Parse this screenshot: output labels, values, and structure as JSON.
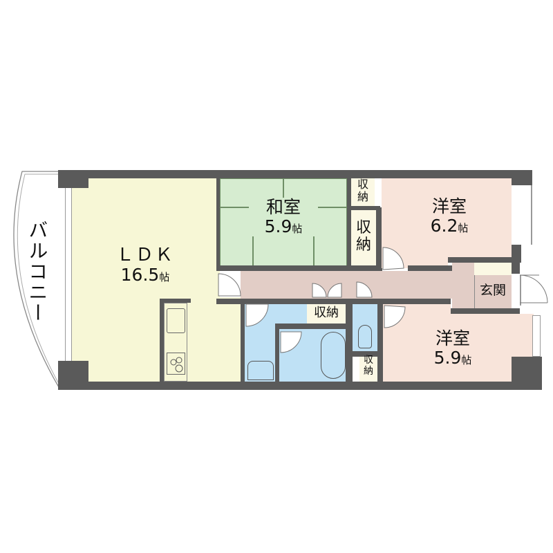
{
  "floorplan": {
    "balcony": {
      "label": "バルコニー"
    },
    "rooms": {
      "ldk": {
        "name": "ＬＤＫ",
        "size": "16.5",
        "unit": "帖"
      },
      "washitsu": {
        "name": "和室",
        "size": "5.9",
        "unit": "帖"
      },
      "yoshitsu_north": {
        "name": "洋室",
        "size": "6.2",
        "unit": "帖"
      },
      "yoshitsu_south": {
        "name": "洋室",
        "size": "5.9",
        "unit": "帖"
      },
      "entrance": {
        "name": "玄関"
      }
    },
    "storage": {
      "label_top": "収",
      "label_bottom": "納",
      "label_inline": "収納"
    },
    "colors": {
      "wall": "#5a5a5a",
      "ldk": "#f7f7d6",
      "washitsu": "#d6ecd0",
      "yoshitsu": "#f8e4da",
      "hall": "#e2cdc6",
      "wet_area": "#bfe1f5",
      "storage": "#fbf8e4"
    }
  }
}
